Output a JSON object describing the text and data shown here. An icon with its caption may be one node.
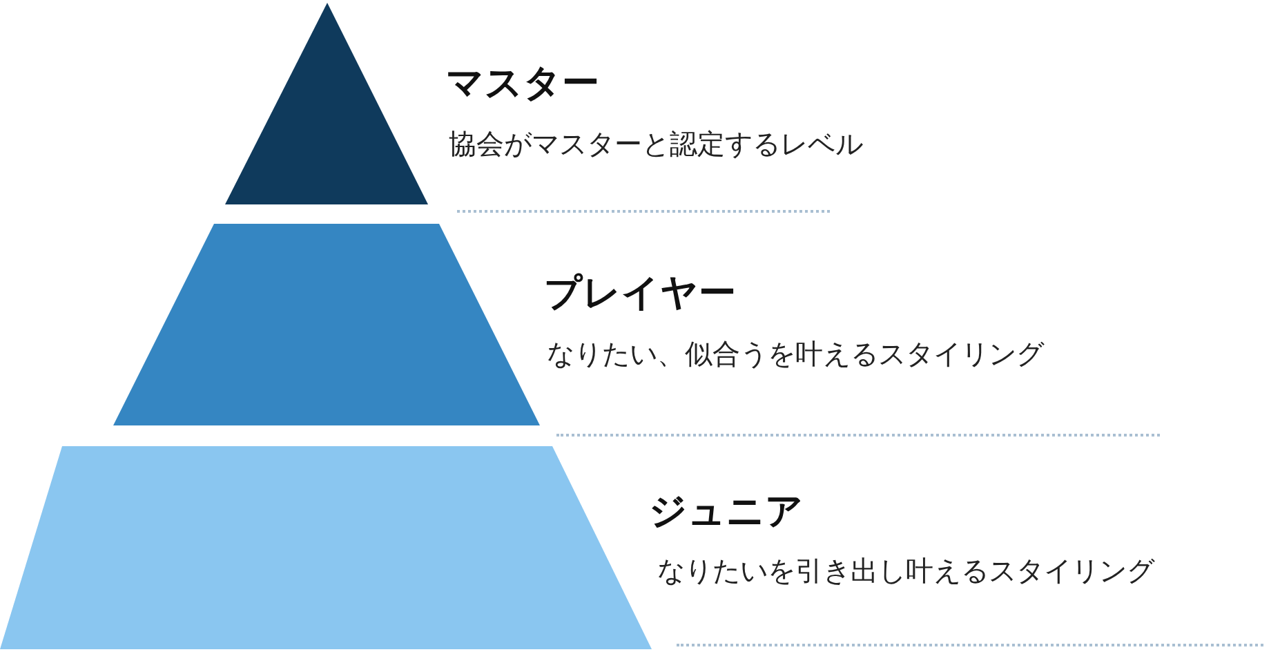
{
  "diagram": {
    "nodes": [
      {
        "text": [
          "マスター",
          "協会がマスターと認定するレベル"
        ]
      },
      {
        "text": [
          "プレイヤー",
          "なりたい、似合うを叶えるスタイリング"
        ]
      },
      {
        "text": [
          "ジュニア",
          "なりたいを引き出し叶えるスタイリング"
        ]
      }
    ],
    "edges": []
  }
}
